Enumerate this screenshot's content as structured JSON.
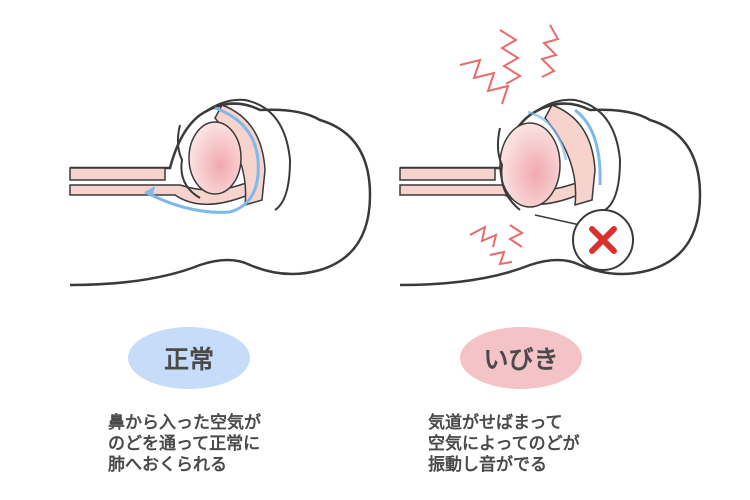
{
  "normal": {
    "label": "正常",
    "badge_color": "#c6dcf8",
    "description": [
      "鼻から入った空気が",
      "のどを通って正常に",
      "肺へおくられる"
    ]
  },
  "snoring": {
    "label": "いびき",
    "badge_color": "#f4c3c6",
    "description": [
      "気道がせばまって",
      "空気によってのどが",
      "振動し音がでる"
    ]
  },
  "colors": {
    "outline": "#3a3a3a",
    "airway": "#f6d3cc",
    "airflow_arrow": "#7fb8ea",
    "vibration": "#e86a6a",
    "cross": "#d9322e"
  },
  "icons": [
    "airflow-arrow",
    "vibration-lines",
    "cross-icon"
  ]
}
